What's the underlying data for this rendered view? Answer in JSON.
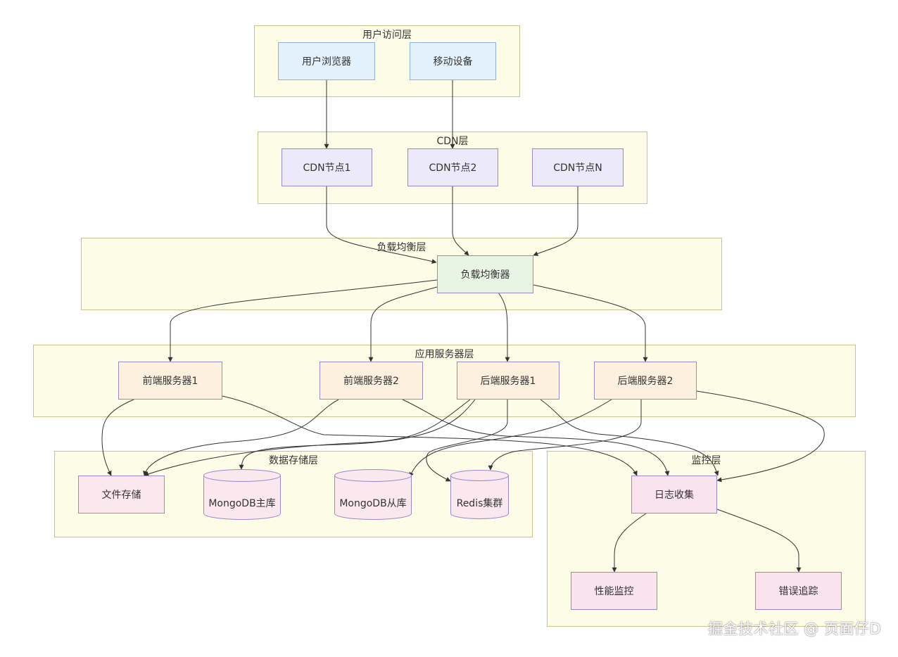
{
  "layers": {
    "user": "用户访问层",
    "cdn": "CDN层",
    "lb": "负载均衡层",
    "app": "应用服务器层",
    "data": "数据存储层",
    "monitor": "监控层"
  },
  "nodes": {
    "browser": "用户浏览器",
    "mobile": "移动设备",
    "cdn1": "CDN节点1",
    "cdn2": "CDN节点2",
    "cdnN": "CDN节点N",
    "lb": "负载均衡器",
    "fe1": "前端服务器1",
    "fe2": "前端服务器2",
    "be1": "后端服务器1",
    "be2": "后端服务器2",
    "files": "文件存储",
    "mongo_primary": "MongoDB主库",
    "mongo_replica": "MongoDB从库",
    "redis": "Redis集群",
    "logs": "日志收集",
    "perf": "性能监控",
    "errors": "错误追踪"
  },
  "colors": {
    "layer_fill": "#fdfce6",
    "layer_border": "#c6c48a",
    "edge": "#333333"
  },
  "watermark": "掘金技术社区 @ 页面仔D"
}
